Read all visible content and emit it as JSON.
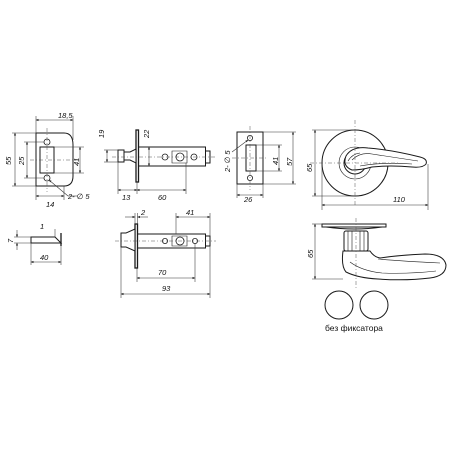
{
  "dims": {
    "strike_top_width": "18,5",
    "strike_height": "55",
    "strike_hole_spacing": "25",
    "strike_slot_height": "41",
    "strike_bottom_width": "14",
    "strike_holes": "2- ∅ 5",
    "latch_face_dia": "19",
    "latch_body_dia": "22",
    "latch_face_thick": "13",
    "latch_backset": "60",
    "plate_holes": "2- ∅ 5",
    "plate_slot": "41",
    "plate_height": "57",
    "plate_width": "26",
    "rose_dia": "65",
    "lever_length": "110",
    "tongue_height": "7",
    "tongue_top": "1",
    "tongue_width": "40",
    "latch2_offset": "2",
    "latch2_tail": "41",
    "latch2_backset": "70",
    "latch2_total": "93",
    "lever_height": "65"
  },
  "caption": "без фиксатора"
}
